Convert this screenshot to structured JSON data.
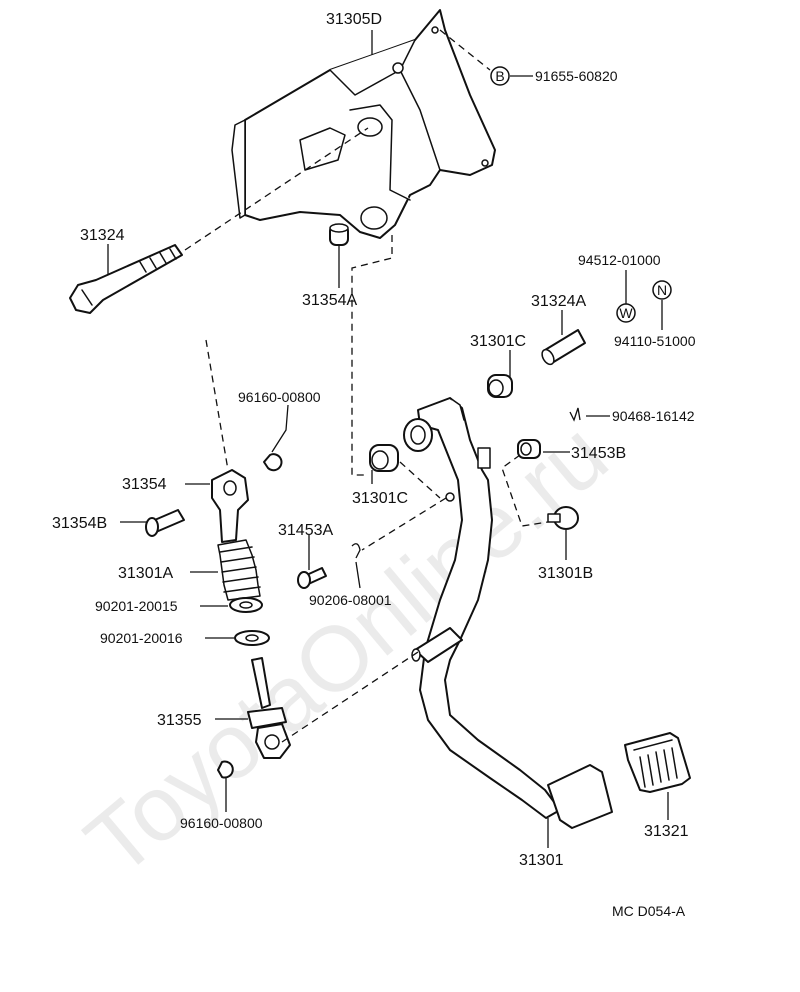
{
  "watermark": "ToyotaOnline.ru",
  "diagram_code": "MC  D054-A",
  "symbols": {
    "B": "B",
    "W": "W",
    "N": "N"
  },
  "labels": {
    "bracket": "31305D",
    "bracket_nut": "91655-60820",
    "bolt": "31324",
    "bushing_top": "31354A",
    "collar_pin": "31324A",
    "washer_w": "94512-01000",
    "nut_n": "94110-51000",
    "bushing_c": "31301C",
    "clip_upper": "96160-00800",
    "spring_clip": "90468-16142",
    "clevis": "31354",
    "bushing_main": "31301C",
    "cushion_b": "31453B",
    "clevis_pin": "31354B",
    "cushion_a": "31453A",
    "spring": "31301A",
    "washer_1": "90201-20015",
    "cotter": "90206-08001",
    "stopper": "31301B",
    "washer_2": "90201-20016",
    "rod": "31355",
    "clip_lower": "96160-00800",
    "pedal_pad": "31321",
    "pedal": "31301"
  }
}
